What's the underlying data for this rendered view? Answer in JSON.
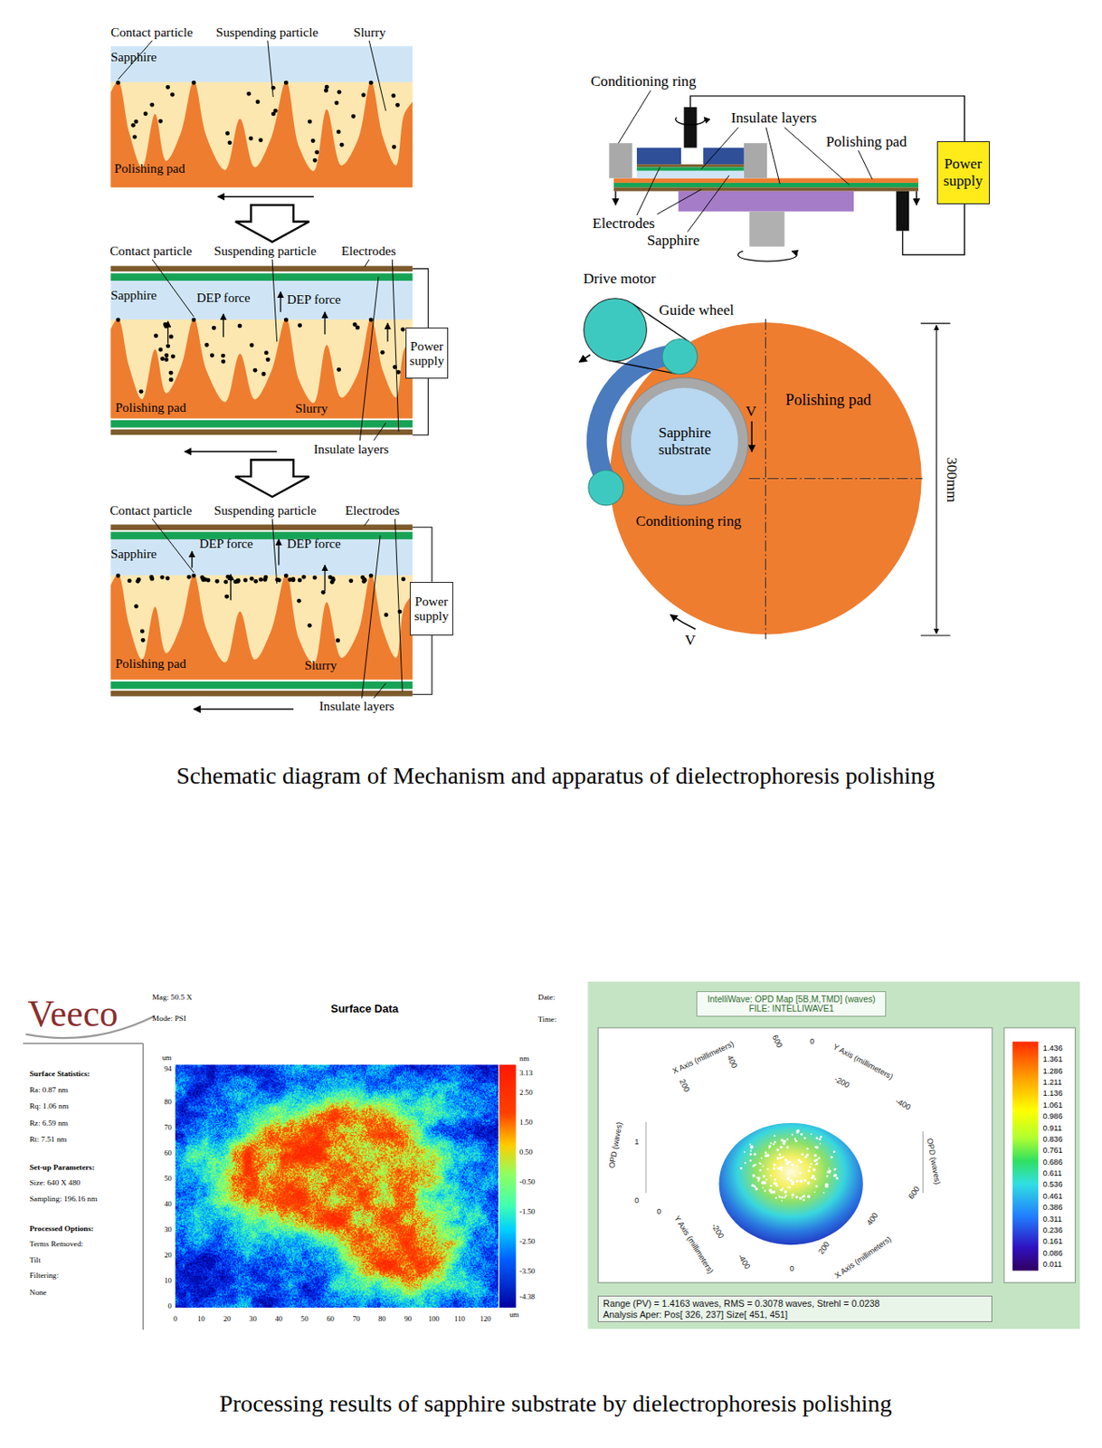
{
  "diagram": {
    "nodes": [
      {
        "text": [
          "Power supply"
        ]
      },
      {
        "text": [
          "Power supply"
        ]
      },
      {
        "text": [
          "Power supply"
        ]
      },
      {
        "text": [
          "Polishing pad"
        ]
      },
      {
        "text": [
          "Sapphire substrate"
        ],
        "in": 3
      },
      {
        "text": [
          "IntelliWave: OPD Map [5B,M,TMD] (waves)",
          "FILE: INTELLIWAVE1"
        ]
      },
      {
        "text": [
          "Range (PV) = 1.4163 waves, RMS = 0.3078 waves, Strehl = 0.0238",
          "Analysis Aper: Pos[ 326, 237] Size[ 451, 451]"
        ]
      }
    ],
    "labels": [
      "Contact particle",
      "Suspending particle",
      "Slurry",
      "Sapphire",
      "Polishing pad",
      "Contact particle",
      "Suspending particle",
      "Electrodes",
      "Sapphire",
      "DEP force",
      "DEP force",
      "Polishing pad",
      "Slurry",
      "Insulate layers",
      "Contact particle",
      "Suspending particle",
      "Electrodes",
      "DEP force",
      "DEP force",
      "Sapphire",
      "Polishing pad",
      "Slurry",
      "Insulate layers",
      "Conditioning ring",
      "Insulate layers",
      "Polishing pad",
      "Electrodes",
      "Sapphire",
      "Drive motor",
      "Guide wheel",
      "V",
      "Conditioning ring",
      "V",
      "300mm",
      "Schematic diagram of Mechanism and apparatus of dielectrophoresis polishing",
      "Veeco",
      "Mag: 50.5 X",
      "Mode: PSI",
      "Surface Data",
      "Date:",
      "Time:",
      "Surface Statistics:",
      "Ra: 0.87 nm",
      "Rq: 1.06 nm",
      "Rz: 6.59 nm",
      "Rt: 7.51 nm",
      "Set-up Parameters:",
      "Size: 640 X 480",
      "Sampling: 196.16 nm",
      "Processed Options:",
      "Terms Removed:",
      "Tilt",
      "Filtering:",
      "None",
      "um",
      "94",
      "80",
      "70",
      "60",
      "50",
      "40",
      "30",
      "20",
      "10",
      "0",
      "0",
      "10",
      "20",
      "30",
      "40",
      "50",
      "60",
      "70",
      "80",
      "90",
      "100",
      "110",
      "120",
      "um",
      "nm",
      "3.13",
      "2.50",
      "1.50",
      "0.50",
      "-0.50",
      "-1.50",
      "-2.50",
      "-3.50",
      "-4.38",
      "X Axis (millimeters)",
      "600",
      "400",
      "200",
      "0",
      "Y Axis (millimeters)",
      "-200",
      "-400",
      "OPD (waves)",
      "1",
      "0",
      "OPD (waves)",
      "0",
      "Y Axis (millimeters)",
      "-200",
      "-400",
      "0",
      "200",
      "400",
      "600",
      "X Axis (millimeters)",
      "1.436",
      "1.361",
      "1.286",
      "1.211",
      "1.136",
      "1.061",
      "0.986",
      "0.911",
      "0.836",
      "0.761",
      "0.686",
      "0.611",
      "0.536",
      "0.461",
      "0.386",
      "0.311",
      "0.236",
      "0.161",
      "0.086",
      "0.011",
      "Processing results of sapphire substrate by dielectrophoresis polishing"
    ]
  }
}
